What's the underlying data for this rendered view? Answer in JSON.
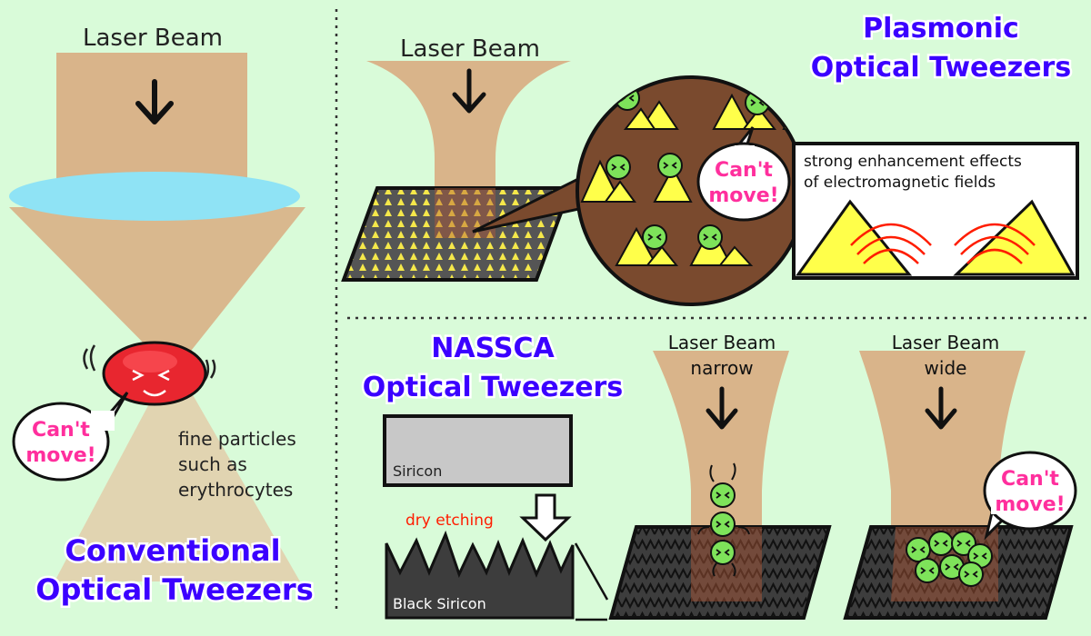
{
  "left": {
    "laser_beam": "Laser Beam",
    "speech": [
      "Can't",
      "move!"
    ],
    "particles_note": [
      "fine particles",
      "such as",
      "erythrocytes"
    ],
    "title": [
      "Conventional",
      "Optical Tweezers"
    ]
  },
  "plasmonic": {
    "laser_beam": "Laser Beam",
    "title": [
      "Plasmonic",
      "Optical Tweezers"
    ],
    "speech": [
      "Can't",
      "move!"
    ],
    "enhancement": [
      "strong enhancement effects",
      "of electromagnetic fields"
    ]
  },
  "nassca": {
    "title": [
      "NASSCA",
      "Optical Tweezers"
    ],
    "silicon_label": "Siricon",
    "process_label": "dry etching",
    "black_silicon_label": "Black Siricon",
    "narrow_beam": [
      "Laser Beam",
      "narrow"
    ],
    "wide_beam": [
      "Laser Beam",
      "wide"
    ],
    "speech": [
      "Can't",
      "move!"
    ]
  },
  "colors": {
    "background": "#d9fbd9",
    "beam": "#d9b48a",
    "title": "#3b00ff",
    "speech_text": "#ff2f9d",
    "particle": "#7ee35a",
    "triangle": "#ffff4a",
    "circle": "#7a4a2e"
  }
}
